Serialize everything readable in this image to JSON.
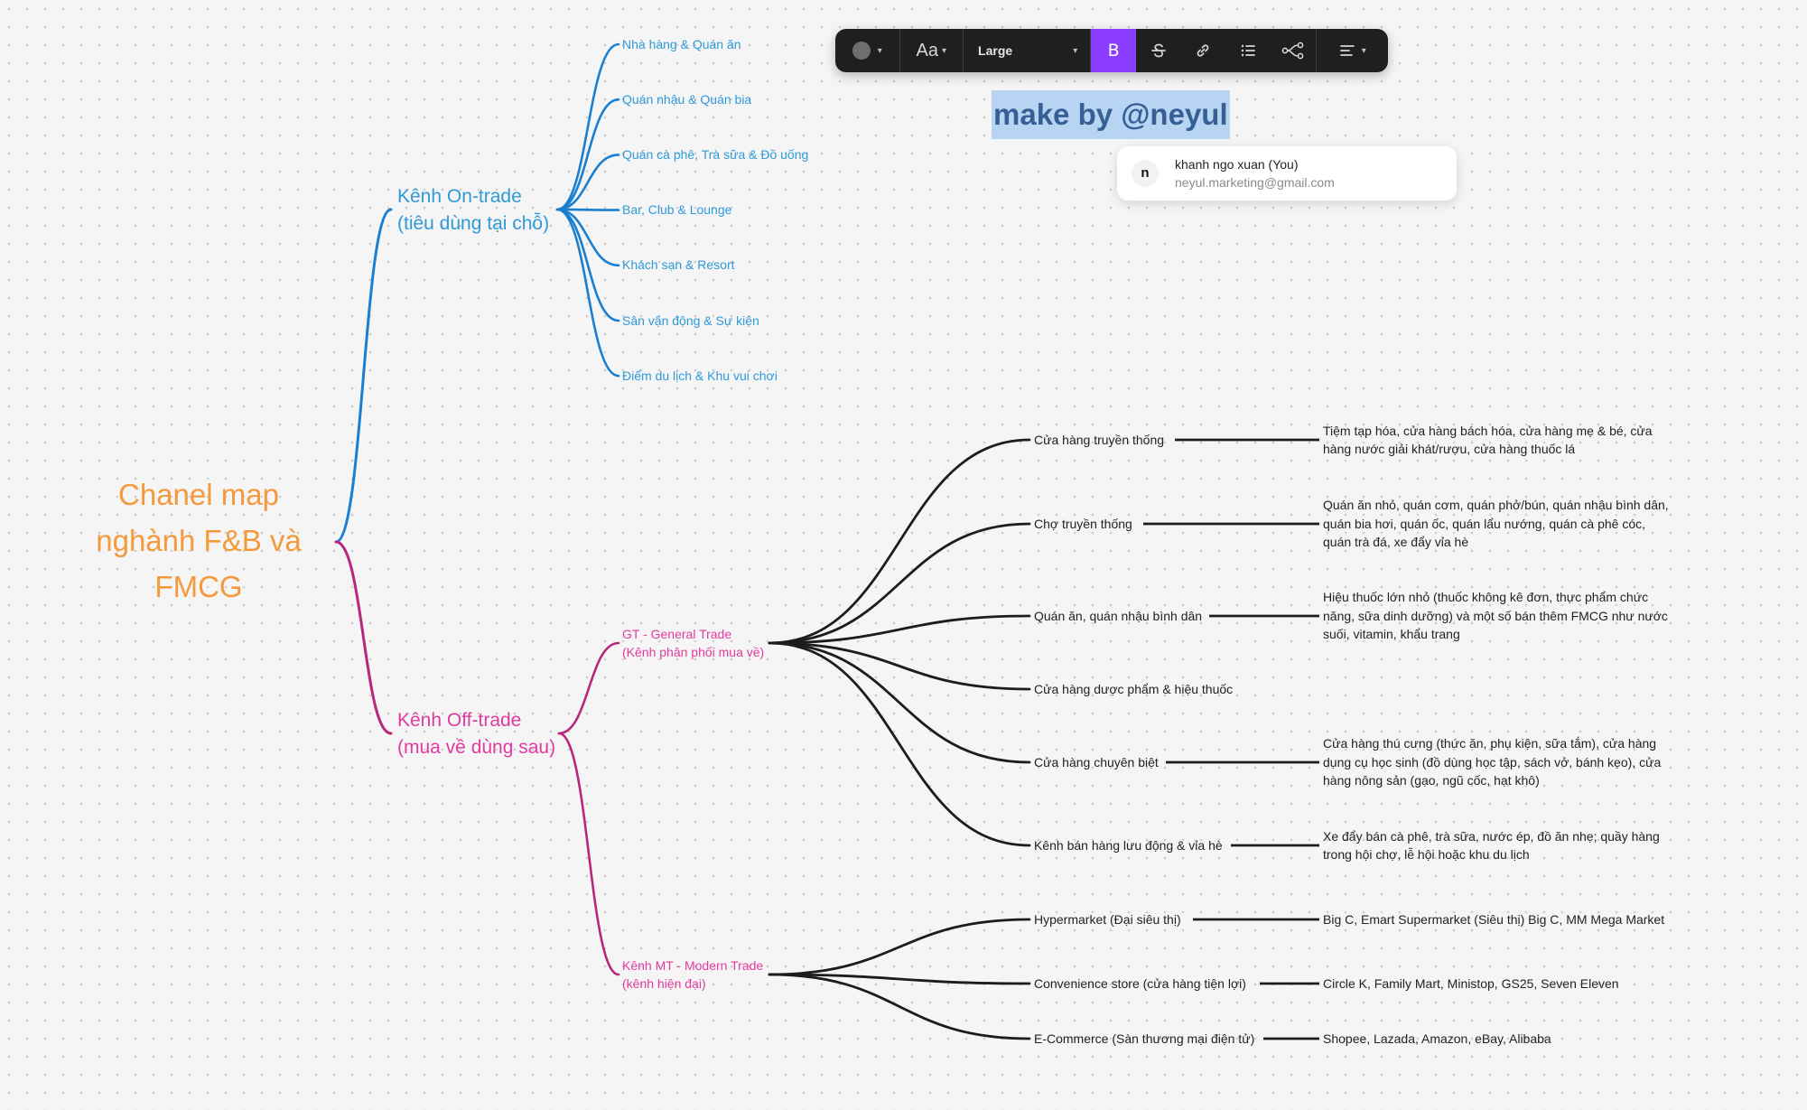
{
  "mindmap": {
    "root": {
      "label_lines": [
        "Chanel map",
        "nghành F&B và",
        "FMCG"
      ],
      "color": "#f49a3d"
    },
    "on_trade": {
      "label_lines": [
        "Kênh On-trade",
        "(tiêu dùng tại chỗ)"
      ],
      "color": "#2f9ad8",
      "children": [
        "Nhà hàng & Quán ăn",
        "Quán nhậu & Quán bia",
        "Quán cà phê, Trà sữa & Đồ uống",
        "Bar, Club & Lounge",
        "Khách sạn & Resort",
        "Sân vận động & Sự kiện",
        "Điểm du lịch & Khu vui chơi"
      ]
    },
    "off_trade": {
      "label_lines": [
        "Kênh Off-trade",
        "(mua về dùng sau)"
      ],
      "color": "#e03ba0",
      "gt": {
        "label_lines": [
          "GT - General Trade",
          "(Kênh phân phối mua về)"
        ],
        "children": [
          {
            "label": "Cửa hàng truyền thống",
            "desc": "Tiệm tạp hóa, cửa hàng bách hóa, cửa hàng mẹ & bé, cửa hàng nước giải khát/rượu, cửa hàng thuốc lá"
          },
          {
            "label": "Chợ truyền thống",
            "desc": "Quán ăn nhỏ, quán cơm, quán phở/bún, quán nhậu bình dân, quán bia hơi, quán ốc, quán lẩu nướng, quán cà phê cóc, quán trà đá, xe đẩy vỉa hè"
          },
          {
            "label": "Quán ăn, quán nhậu bình dân",
            "desc": "Hiệu thuốc lớn nhỏ (thuốc không kê đơn, thực phẩm chức năng, sữa dinh dưỡng) và một số bán thêm FMCG như nước suối, vitamin, khẩu trang"
          },
          {
            "label": "Cửa hàng dược phẩm & hiệu thuốc",
            "desc": ""
          },
          {
            "label": "Cửa hàng chuyên biệt",
            "desc": "Cửa hàng thú cưng (thức ăn, phụ kiện, sữa tắm), cửa hàng dụng cụ học sinh (đồ dùng học tập, sách vở, bánh kẹo), cửa hàng nông sản (gạo, ngũ cốc, hạt khô)"
          },
          {
            "label": "Kênh bán hàng lưu động & vỉa hè",
            "desc": "Xe đẩy bán cà phê, trà sữa, nước ép, đồ ăn nhẹ; quầy hàng trong hội chợ, lễ hội hoặc khu du lịch"
          }
        ]
      },
      "mt": {
        "label_lines": [
          "Kênh MT - Modern Trade",
          "(kênh hiện đại)"
        ],
        "children": [
          {
            "label": "Hypermarket (Đại siêu thị)",
            "desc": "Big C, Emart Supermarket (Siêu thị) Big C, MM Mega Market"
          },
          {
            "label": "Convenience store (cửa hàng tiện lợi)",
            "desc": "Circle K, Family Mart, Ministop, GS25, Seven Eleven"
          },
          {
            "label": "E-Commerce (Sàn thương mại điện tử)",
            "desc": "Shopee, Lazada, Amazon, eBay,  Alibaba"
          }
        ]
      }
    }
  },
  "toolbar": {
    "color_icon": "color-swatch-icon",
    "font_label": "Aa",
    "size_value": "Large",
    "bold_label": "B",
    "icons": [
      "strikethrough-icon",
      "link-icon",
      "bullet-list-icon",
      "mindmap-icon",
      "align-icon"
    ],
    "active_color": "#8a3cff"
  },
  "selected_text": "make by @neyul",
  "user_card": {
    "avatar_letter": "n",
    "name": "khanh ngo xuan (You)",
    "email": "neyul.marketing@gmail.com"
  }
}
